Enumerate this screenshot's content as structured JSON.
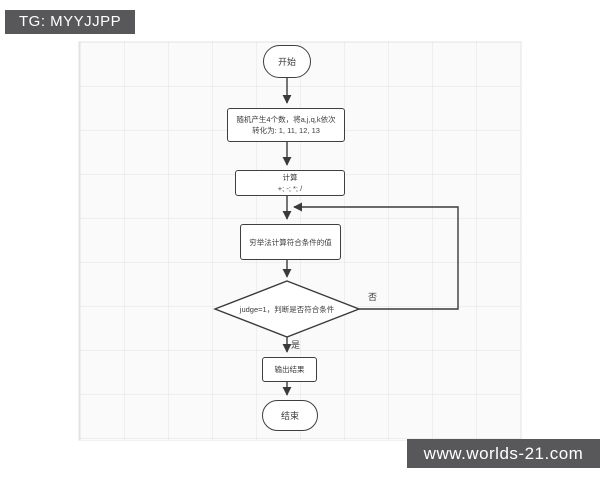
{
  "badges": {
    "tg_label": "TG: MYYJJPP",
    "watermark": "www.worlds-21.com"
  },
  "flowchart": {
    "start": {
      "label": "开始"
    },
    "generate": {
      "line1": "随机产生4个数，将a,j,q,k依次",
      "line2": "转化为: 1, 11, 12, 13"
    },
    "calculate": {
      "line1": "计算",
      "line2": "+; -; *; /"
    },
    "exhaustive": {
      "label": "穷举法计算符合条件的值"
    },
    "judge": {
      "label": "judge=1，判断是否符合条件"
    },
    "output": {
      "label": "输出结果"
    },
    "end": {
      "label": "结束"
    },
    "edge_labels": {
      "no": "否",
      "yes": "是"
    },
    "colors": {
      "line": "#3a3a3a",
      "node_fill": "#ffffff",
      "badge_bg": "#58585a"
    }
  }
}
